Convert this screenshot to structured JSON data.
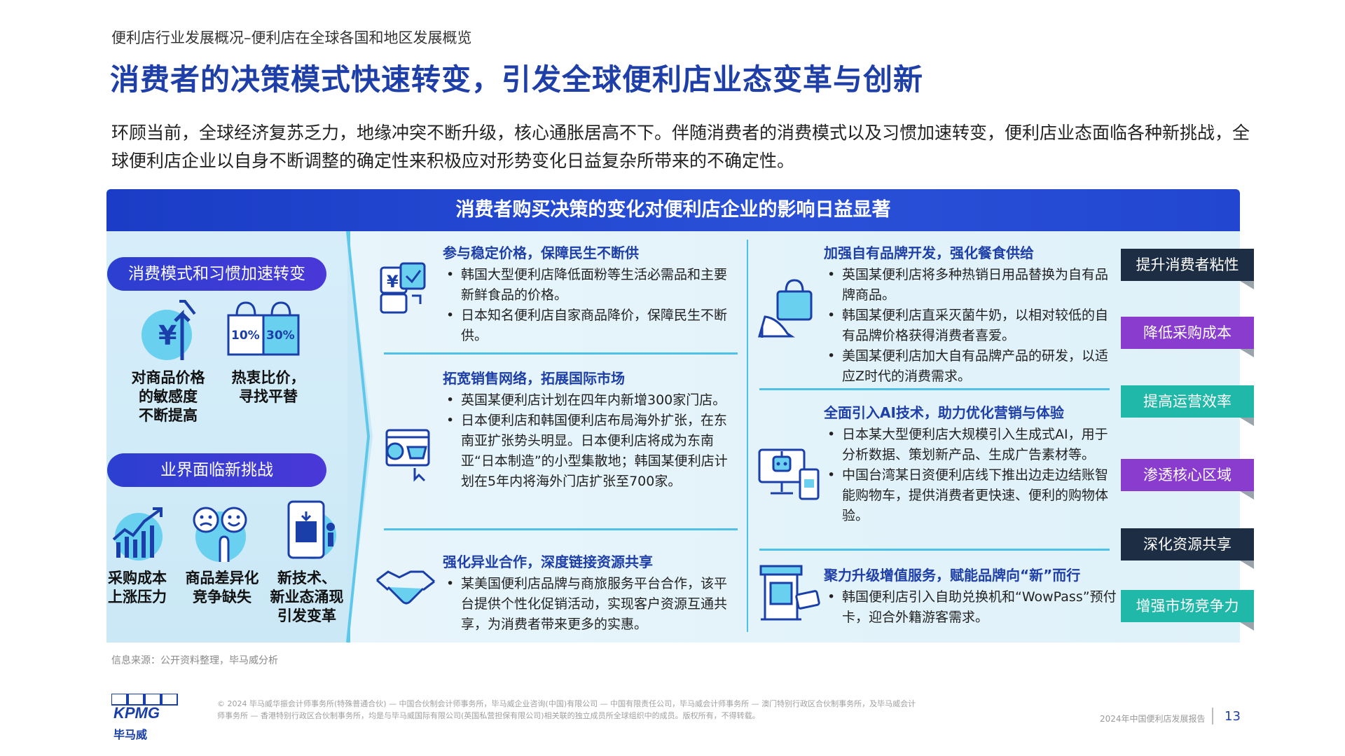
{
  "header": {
    "breadcrumb": "便利店行业发展概况–便利店在全球各国和地区发展概览",
    "title": "消费者的决策模式快速转变，引发全球便利店业态变革与创新"
  },
  "intro": "环顾当前，全球经济复苏乏力，地缘冲突不断升级，核心通胀居高不下。伴随消费者的消费模式以及习惯加速转变，便利店业态面临各种新挑战，全球便利店企业以自身不断调整的确定性来积极应对形势变化日益复杂所带来的不确定性。",
  "banner": "消费者购买决策的变化对便利店企业的影响日益显著",
  "left": {
    "pill1": "消费模式和习惯加速转变",
    "pill2": "业界面临新挑战",
    "icons_top": [
      {
        "icon": "yen-arrow-icon",
        "label": "对商品价格\n的敏感度\n不断提高"
      },
      {
        "icon": "discount-bags-icon",
        "label": "热衷比价，\n寻找平替",
        "badge1": "10%",
        "badge2": "30%"
      }
    ],
    "icons_bottom": [
      {
        "icon": "rising-chart-icon",
        "label": "采购成本\n上涨压力"
      },
      {
        "icon": "faces-choice-icon",
        "label": "商品差异化\n竞争缺失"
      },
      {
        "icon": "mobile-shopping-icon",
        "label": "新技术、\n新业态涌现\n引发变革"
      }
    ]
  },
  "middle": [
    {
      "icon": "price-tag-icon",
      "title": "参与稳定价格，保障民生不断供",
      "items": [
        "韩国大型便利店降低面粉等生活必需品和主要新鲜食品的价格。",
        "日本知名便利店自家商品降价，保障民生不断供。"
      ]
    },
    {
      "icon": "online-store-icon",
      "title": "拓宽销售网络，拓展国际市场",
      "items": [
        "英国某便利店计划在四年内新增300家门店。",
        "日本便利店和韩国便利店布局海外扩张，在东南亚扩张势头明显。日本便利店将成为东南亚“日本制造”的小型集散地；韩国某便利店计划在5年内将海外门店扩张至700家。"
      ]
    },
    {
      "icon": "handshake-icon",
      "title": "强化异业合作，深度链接资源共享",
      "items": [
        "某美国便利店品牌与商旅服务平台合作，该平台提供个性化促销活动，实现客户资源互通共享，为消费者带来更多的实惠。"
      ]
    }
  ],
  "right": [
    {
      "icon": "handbag-heel-icon",
      "title": "加强自有品牌开发，强化餐食供给",
      "items": [
        "英国某便利店将多种热销日用品替换为自有品牌商品。",
        "韩国某便利店直采灭菌牛奶，以相对较低的自有品牌价格获得消费者喜爱。",
        "美国某便利店加大自有品牌产品的研发，以适应Z时代的消费需求。"
      ]
    },
    {
      "icon": "ai-robot-screen-icon",
      "title": "全面引入AI技术，助力优化营销与体验",
      "items": [
        "日本某大型便利店大规模引入生成式AI，用于分析数据、策划新产品、生成广告素材等。",
        "中国台湾某日资便利店线下推出边走边结账智能购物车，提供消费者更快速、便利的购物体验。"
      ]
    },
    {
      "icon": "kiosk-card-icon",
      "title": "聚力升级增值服务，赋能品牌向“新”而行",
      "items": [
        "韩国便利店引入自助兑换机和“WowPass”预付卡，迎合外籍游客需求。"
      ]
    }
  ],
  "tags": [
    {
      "label": "提升消费者粘性",
      "color": "#1d2e44"
    },
    {
      "label": "降低采购成本",
      "color": "#8a3ccf"
    },
    {
      "label": "提高运营效率",
      "color": "#20b8a8"
    },
    {
      "label": "渗透核心区域",
      "color": "#8a3ccf"
    },
    {
      "label": "深化资源共享",
      "color": "#1d2e44"
    },
    {
      "label": "增强市场竞争力",
      "color": "#20b8a8"
    }
  ],
  "source": "信息来源：公开资料整理，毕马威分析",
  "footer": {
    "logo": "KPMG",
    "logo_cn": "毕马威",
    "legal": "© 2024 毕马威华振会计师事务所(特殊普通合伙) — 中国合伙制会计师事务所，毕马威企业咨询(中国)有限公司 — 中国有限责任公司，毕马威会计师事务所 — 澳门特别行政区合伙制事务所，及毕马威会计师事务所 — 香港特别行政区合伙制事务所，均是与毕马威国际有限公司(英国私营担保有限公司)相关联的独立成员所全球组织中的成员。版权所有，不得转载。",
    "report": "2024年中国便利店发展报告",
    "page": "13"
  }
}
